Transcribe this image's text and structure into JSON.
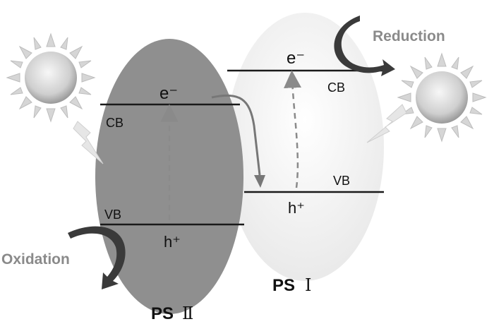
{
  "ps2": {
    "label_prefix": "PS",
    "label_numeral": "Ⅱ",
    "electron": "e⁻",
    "hole": "h⁺",
    "cb_label": "CB",
    "vb_label": "VB"
  },
  "ps1": {
    "label_prefix": "PS",
    "label_numeral": "Ⅰ",
    "electron": "e⁻",
    "hole": "h⁺",
    "cb_label": "CB",
    "vb_label": "VB"
  },
  "processes": {
    "reduction": "Reduction",
    "oxidation": "Oxidation"
  },
  "colors": {
    "ps2_fill": "#8f8f8f",
    "ps1_fill": "#f2f2f2",
    "band_line": "#1a1a1a",
    "arrow": "#444444",
    "transfer_arrow": "#777777",
    "sun_fill": "#d9d9d9",
    "text_gray": "#8a8a8a"
  },
  "icons": [
    "sun-icon-left",
    "sun-icon-right",
    "lightning-icon-left",
    "lightning-icon-right"
  ]
}
